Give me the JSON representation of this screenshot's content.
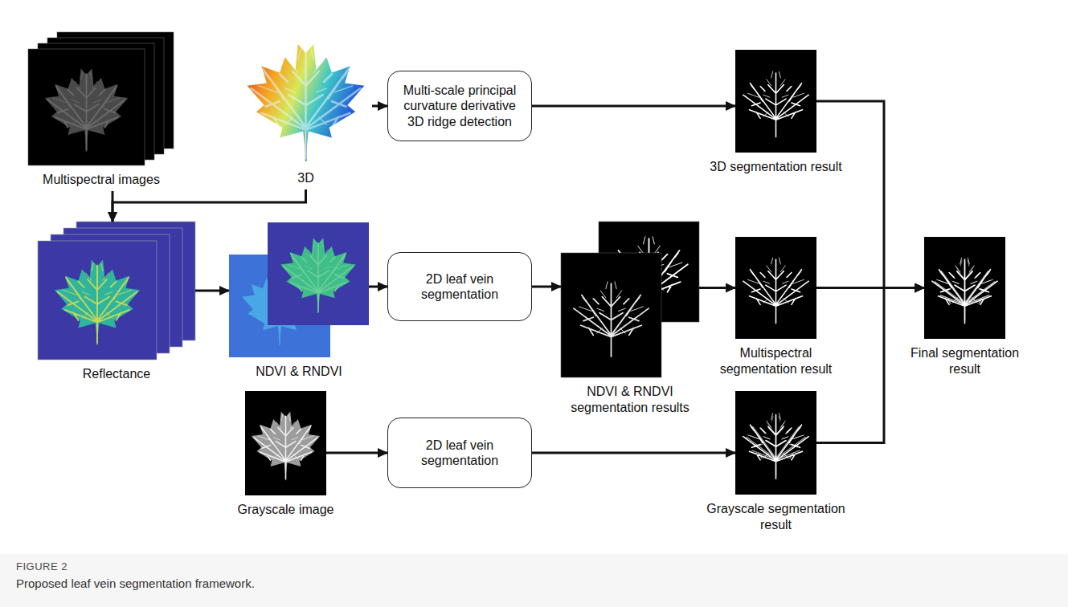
{
  "diagram": {
    "caption": "Proposed leaf vein segmentation framework.",
    "nodes": [
      {
        "text": [
          "Multispectral images"
        ]
      },
      {
        "text": [
          "3D"
        ]
      },
      {
        "text": [
          "Multi-scale principal curvature derivative 3D ridge detection"
        ]
      },
      {
        "text": [
          "3D segmentation result"
        ]
      },
      {
        "text": [
          "Reflectance"
        ]
      },
      {
        "text": [
          "NDVI & RNDVI"
        ]
      },
      {
        "text": [
          "2D leaf vein segmentation"
        ]
      },
      {
        "text": [
          "NDVI & RNDVI segmentation results"
        ]
      },
      {
        "text": [
          "Multispectral segmentation result"
        ]
      },
      {
        "text": [
          "Final segmentation result"
        ]
      },
      {
        "text": [
          "Grayscale image"
        ]
      },
      {
        "text": [
          "2D leaf vein segmentation"
        ]
      },
      {
        "text": [
          "Grayscale segmentation result"
        ]
      }
    ],
    "edges": [
      {
        "from": 1,
        "to": 2,
        "arrow": "to"
      },
      {
        "from": 2,
        "to": 3,
        "arrow": "to"
      },
      {
        "from": 0,
        "to": 4,
        "arrow": "to"
      },
      {
        "from": 1,
        "to": 4,
        "arrow": "to"
      },
      {
        "from": 4,
        "to": 5,
        "arrow": "to"
      },
      {
        "from": 5,
        "to": 6,
        "arrow": "to"
      },
      {
        "from": 6,
        "to": 7,
        "arrow": "to"
      },
      {
        "from": 7,
        "to": 8,
        "arrow": "to"
      },
      {
        "from": 3,
        "to": 9,
        "arrow": "to"
      },
      {
        "from": 8,
        "to": 9,
        "arrow": "to"
      },
      {
        "from": 10,
        "to": 11,
        "arrow": "to"
      },
      {
        "from": 11,
        "to": 12,
        "arrow": "to"
      },
      {
        "from": 12,
        "to": 9,
        "arrow": "to"
      }
    ],
    "labels": [
      "FIGURE 2"
    ]
  }
}
